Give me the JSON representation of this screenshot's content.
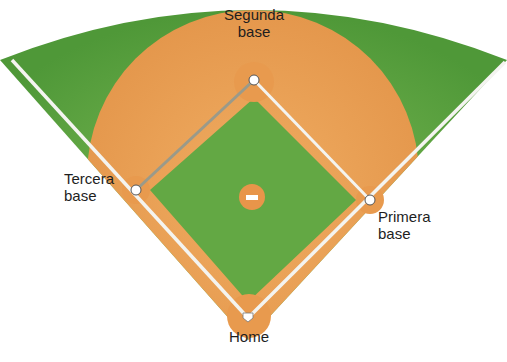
{
  "diagram": {
    "labels": [
      "Segunda base",
      "Tercera base",
      "Primera base",
      "Home"
    ]
  }
}
